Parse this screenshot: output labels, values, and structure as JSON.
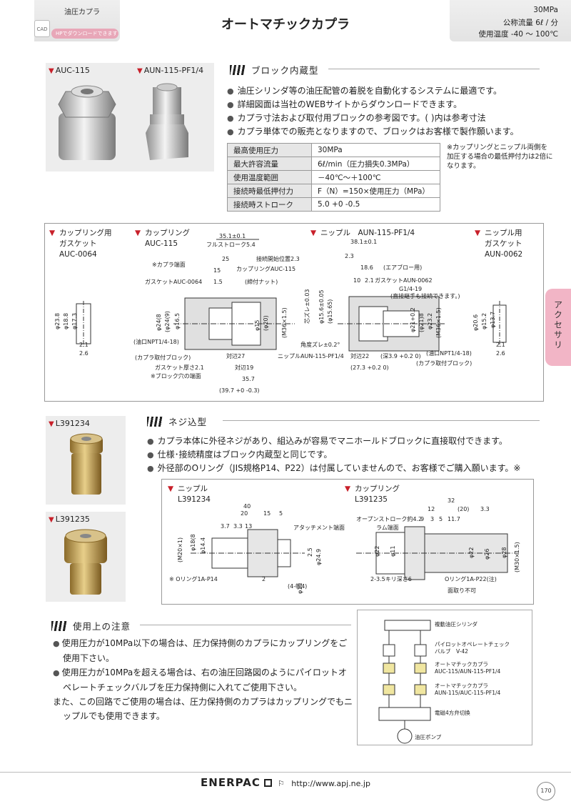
{
  "header": {
    "category": "油圧カプラ",
    "cad_badge": "CAD",
    "download": "HPでダウンロードできます",
    "title": "オートマチックカプラ",
    "spec_pressure": "30MPa",
    "spec_flow": "公称流量 6ℓ / 分",
    "spec_temp": "使用温度 -40 ～ 100℃"
  },
  "block": {
    "section_title": "ブロック内蔵型",
    "label_coupling": "AUC-115",
    "label_nipple": "AUN-115-PF1/4",
    "bullets": [
      "油圧シリンダ等の油圧配管の着脱を自動化するシステムに最適です。",
      "詳細図面は当社のWEBサイトからダウンロードできます。",
      "カプラ寸法および取付用ブロックの参考図です。( )内は参考寸法",
      "カプラ単体での販売となりますので、ブロックはお客様で製作願います。"
    ],
    "spec_table": [
      {
        "k": "最高使用圧力",
        "v": "30MPa"
      },
      {
        "k": "最大許容流量",
        "v": "6ℓ/min（圧力損失0.3MPa）"
      },
      {
        "k": "使用温度範囲",
        "v": "－40℃～＋100℃"
      },
      {
        "k": "接続時最低押付力",
        "v": "F（N）=150×使用圧力（MPa）"
      },
      {
        "k": "接続時ストローク",
        "v": "5.0 +0 -0.5"
      }
    ],
    "note": "※カップリングとニップル両側を加圧する場合の最低押付力は2倍になります。"
  },
  "drawing1": {
    "gasket_c_title": "カップリング用",
    "gasket_c_title2": "ガスケット",
    "gasket_c_code": "AUC-0064",
    "coupling_title": "カップリング",
    "coupling_code": "AUC-115",
    "nipple_title": "ニップル　AUN-115-PF1/4",
    "gasket_n_title": "ニップル用",
    "gasket_n_title2": "ガスケット",
    "gasket_n_code": "AUN-0062",
    "dims": {
      "d1": "35.1±0.1",
      "d2": "フルストローク5.4",
      "d3": "25",
      "d4": "接続開始位置2.3",
      "d5": "15",
      "d6": "※カプラ端面",
      "d7": "カップリングAUC-115",
      "d8": "1.5",
      "d9": "(締付ナット)",
      "d10": "ガスケットAUC-0064",
      "d11": "(油口NPT1/4-18)",
      "d12": "(カプラ取付ブロック)",
      "d13": "対辺27",
      "d14": "ガスケット厚さ2.1",
      "d15": "対辺19",
      "d16": "※ブロック穴の端面",
      "d17": "35.7",
      "d18": "(39.7 +0 -0.3)",
      "n1": "38.1±0.1",
      "n2": "2.3",
      "n3": "18.6",
      "n4": "(エアブロー用)",
      "n5": "10",
      "n6": "2.1",
      "n7": "ガスケットAUN-0062",
      "n8": "G1/4-19",
      "n9": "(直接継手も接続できます。)",
      "n10": "角度ズレ±0.2°",
      "n11": "ニップルAUN-115-PF1/4",
      "n12": "対辺22",
      "n13": "(深3.9 +0.2 0)",
      "n14": "(油口NPT1/4-18)",
      "n15": "(カプラ取付ブロック)",
      "n16": "(27.3 +0.2 0)",
      "n17": "芯ズレ±0.03"
    }
  },
  "screw": {
    "section_title": "ネジ込型",
    "label_a": "L391234",
    "label_b": "L391235",
    "bullets": [
      "カプラ本体に外径ネジがあり、組込みが容易でマニホールドブロックに直接取付できます。",
      "仕様･接続精度はブロック内蔵型と同じです。",
      "外径部のOリング（JIS規格P14、P22）は付属していませんので、お客様でご購入願います。※"
    ],
    "nipple_title": "ニップル",
    "nipple_code": "L391234",
    "coupling_title": "カップリング",
    "coupling_code": "L391235",
    "dims": {
      "a1": "40",
      "a2": "20",
      "a3": "15",
      "a4": "5",
      "a5": "3.7",
      "a6": "3.3",
      "a7": "13",
      "a8": "アタッチメント端面",
      "a9": "(M20×1)",
      "a10": "※ Oリング1A-P14",
      "a11": "2",
      "a12": "(4-幅4)",
      "b1": "32",
      "b2": "12",
      "b3": "(20)",
      "b4": "3.3",
      "b5": "オープンストローク約4.2",
      "b6": "9",
      "b7": "3",
      "b8": "5",
      "b9": "11.7",
      "b10": "ラム端面",
      "b11": "2-3.5キリ深さ6",
      "b12": "Oリング1A-P22(注)",
      "b13": "面取り不可",
      "b14": "(M30×1.5)"
    }
  },
  "caution": {
    "section_title": "使用上の注意",
    "items": [
      "使用圧力が10MPa以下の場合は、圧力保持側のカプラにカップリングをご使用下さい。",
      "使用圧力が10MPaを超える場合は、右の油圧回路図のようにパイロットオペレートチェックバルブを圧力保持側に入れてご使用下さい。",
      "また、この回路でご使用の場合は、圧力保持側のカプラはカップリングでもニップルでも使用できます。"
    ]
  },
  "circuit": {
    "l1": "複動油圧シリンダ",
    "l2": "パイロットオペレートチェック",
    "l2b": "バルブ　V-42",
    "l3": "オートマチックカプラ",
    "l3b": "AUC-115/AUN-115-PF1/4",
    "l4": "オートマチックカプラ",
    "l4b": "AUN-115/AUC-115-PF1/4",
    "l5": "電磁4方弁切換",
    "l6": "油圧ポンプ"
  },
  "side_tab": "アクセサリ",
  "footer": {
    "brand": "ENERPAC",
    "url": "http://www.apj.ne.jp",
    "page": "170"
  }
}
